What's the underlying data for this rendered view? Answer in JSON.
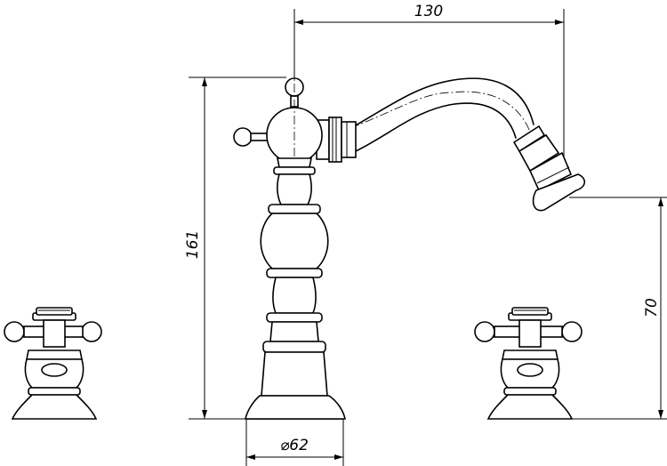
{
  "dimensions": {
    "spout_reach": "130",
    "total_height": "161",
    "spout_height": "70",
    "base_diameter": "⌀62"
  }
}
